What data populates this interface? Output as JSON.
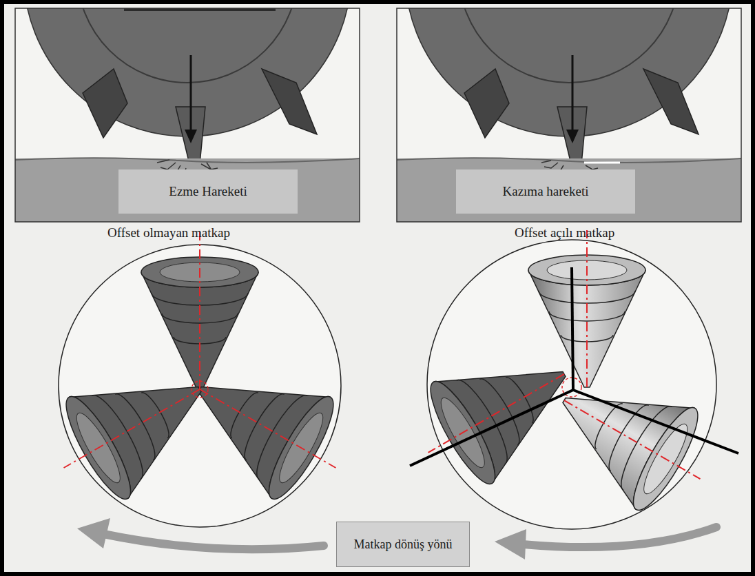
{
  "diagram": {
    "nodes": [
      {
        "text": [
          "Ezme Hareketi"
        ]
      },
      {
        "text": [
          "Kazıma hareketi"
        ]
      },
      {
        "text": [
          "Matkap dönüş yönü"
        ]
      }
    ],
    "labels": [
      "Offset olmayan matkap",
      "Offset açılı matkap"
    ]
  }
}
